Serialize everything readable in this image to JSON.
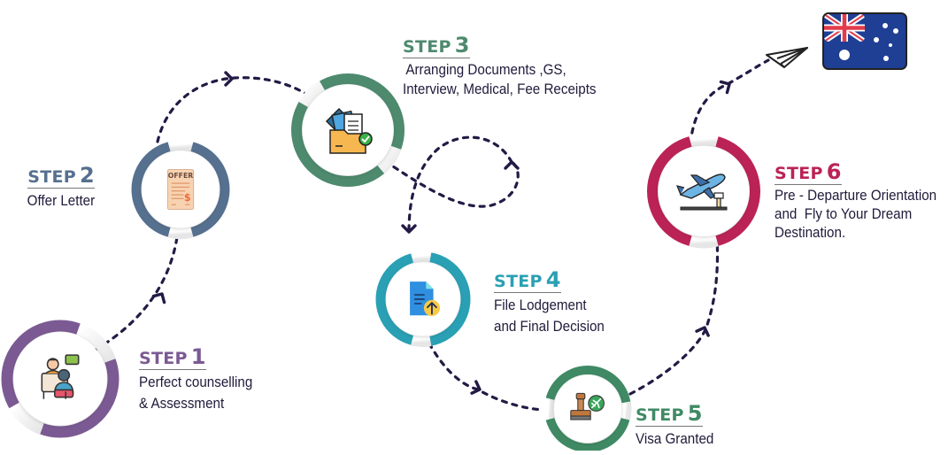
{
  "diagram": {
    "title": "Visa process steps",
    "path_color": "#231a45",
    "destination": {
      "flag": "australia-flag",
      "icon": "paper-plane-icon"
    },
    "steps": [
      {
        "label": "STEP",
        "number": "1",
        "color": "#7b5a93",
        "icon": "counselling-icon",
        "lines": [
          "Perfect counselling",
          "& Assessment"
        ]
      },
      {
        "label": "STEP",
        "number": "2",
        "color": "#56708f",
        "icon": "offer-letter-icon",
        "lines": [
          "Offer Letter"
        ]
      },
      {
        "label": "STEP",
        "number": "3",
        "color": "#4e8a6e",
        "icon": "documents-folder-icon",
        "lines": [
          " Arranging Documents ,GS,",
          "Interview, Medical, Fee Receipts"
        ]
      },
      {
        "label": "STEP",
        "number": "4",
        "color": "#2aa0b4",
        "icon": "file-upload-icon",
        "lines": [
          "File Lodgement",
          "and Final Decision"
        ]
      },
      {
        "label": "STEP",
        "number": "5",
        "color": "#3f8a64",
        "icon": "visa-stamp-icon",
        "lines": [
          "Visa Granted"
        ]
      },
      {
        "label": "STEP",
        "number": "6",
        "color": "#bb2356",
        "icon": "airplane-takeoff-icon",
        "lines": [
          "Pre - Departure Orientation",
          "and  Fly to Your Dream",
          "Destination."
        ]
      }
    ]
  }
}
